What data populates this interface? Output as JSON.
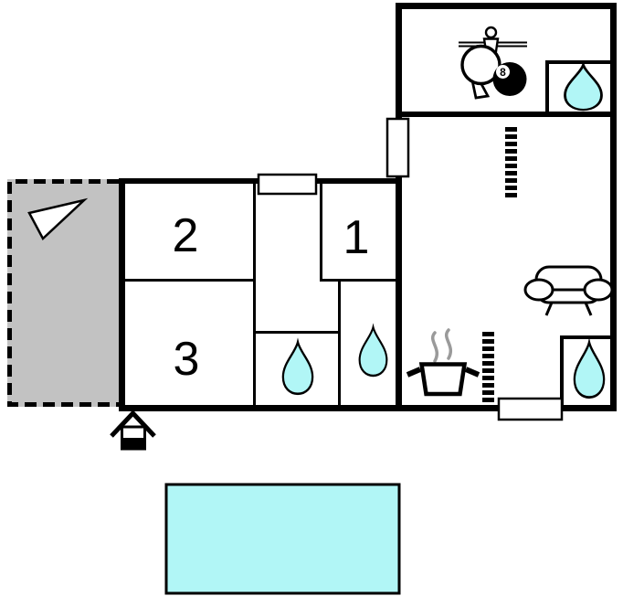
{
  "floorplan": {
    "rooms": {
      "room1": {
        "label": "1"
      },
      "room2": {
        "label": "2"
      },
      "room3": {
        "label": "3"
      }
    },
    "game_room": {
      "billiard_ball_number": "8"
    },
    "colors": {
      "water": "#b1f6f6",
      "pool": "#b1f6f6",
      "terrace": "#c2c2c2",
      "wall": "#000000",
      "steam": "#9a9a9a"
    },
    "icons": {
      "bathroom": "water-drop-icon",
      "kitchen": "steaming-pot-icon",
      "living_room": "sofa-icon",
      "game_room_items": "foosball-player-icon, table-tennis-paddle-icon, billiard-8ball-icon",
      "terrace": "direction-arrow-icon",
      "entrance": "house-entrance-icon"
    }
  }
}
